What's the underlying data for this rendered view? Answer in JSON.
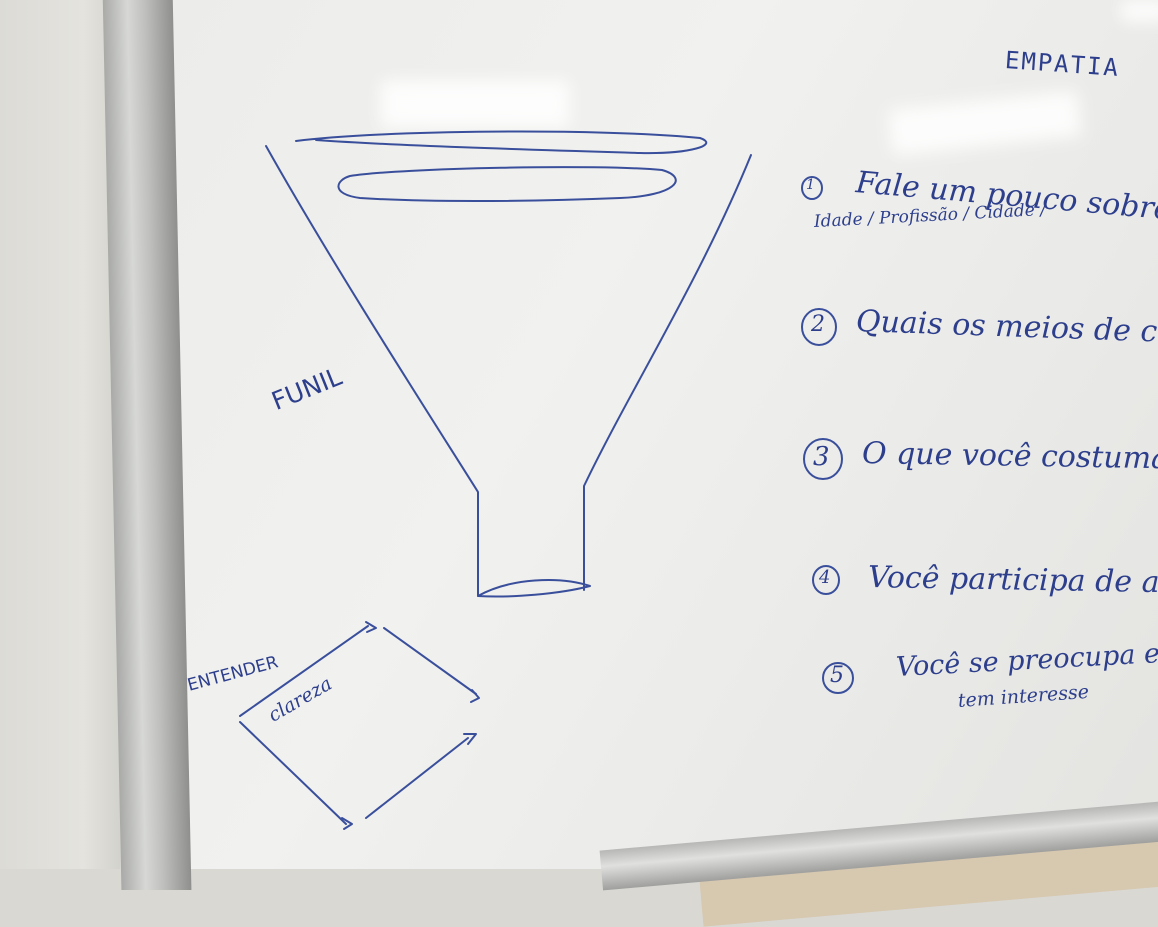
{
  "board": {
    "title": "EMPATIA",
    "funnel_label": "FUNIL",
    "diagram_label": "ENTENDER",
    "diagram_inner": "clareza"
  },
  "questions": [
    {
      "num": "1",
      "text": "Fale um pouco sobre",
      "sub": "Idade / Profissão / Cidade /"
    },
    {
      "num": "2",
      "text": "Quais os meios de comu"
    },
    {
      "num": "3",
      "text": "O que você costuma fa"
    },
    {
      "num": "4",
      "text": "Você participa de algum"
    },
    {
      "num": "5",
      "text": "Você se preocupa em",
      "sub": "tem interesse"
    }
  ],
  "colors": {
    "ink": "#2d3f8c",
    "board": "#eeeeec",
    "frame": "#b8b9b7"
  }
}
